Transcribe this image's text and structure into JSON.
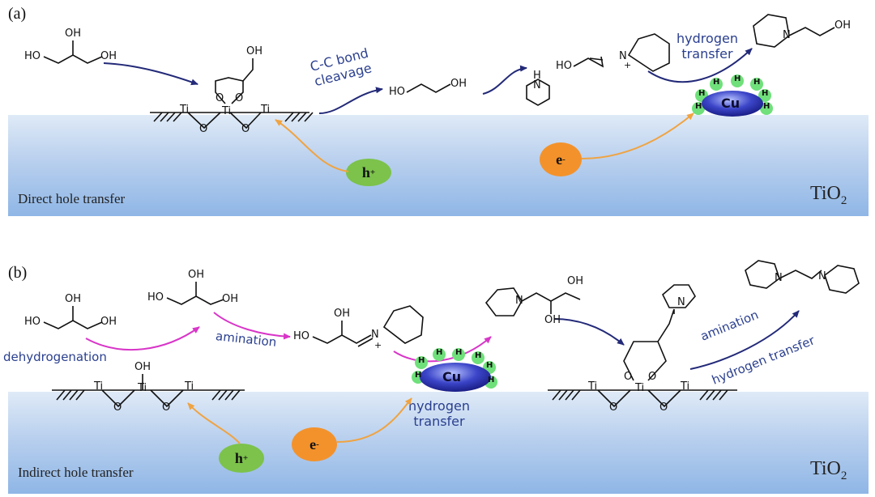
{
  "panel_a": {
    "letter": "(a)",
    "band_label": "Direct hole transfer",
    "tio2_main": "TiO",
    "tio2_sub": "2",
    "cc_bond_cleavage": "C-C bond\ncleavage",
    "hydrogen_transfer": "hydrogen\ntransfer",
    "hole": "h",
    "hole_sup": "+",
    "electron": "e",
    "electron_sup": "-",
    "cu": "Cu",
    "h_atom": "H"
  },
  "panel_b": {
    "letter": "(b)",
    "band_label": "Indirect hole transfer",
    "tio2_main": "TiO",
    "tio2_sub": "2",
    "dehydrogenation": "dehydrogenation",
    "amination": "amination",
    "hydrogen_transfer": "hydrogen\ntransfer",
    "amination2": "amination",
    "hydrogen_transfer2": "hydrogen transfer",
    "hole": "h",
    "hole_sup": "+",
    "electron": "e",
    "electron_sup": "-",
    "cu": "Cu",
    "h_atom": "H"
  },
  "chem": {
    "HO": "HO",
    "OH": "OH",
    "O": "O",
    "Ti": "Ti",
    "H": "H",
    "N": "N",
    "N_plus": "N",
    "plus": "+"
  },
  "colors": {
    "navy_arrow": "#232a78",
    "magenta_arrow": "#d836c8",
    "orange_arrow": "#f0a341",
    "cu_blob": "#2a2fa8",
    "h_green": "#6fe07a"
  }
}
